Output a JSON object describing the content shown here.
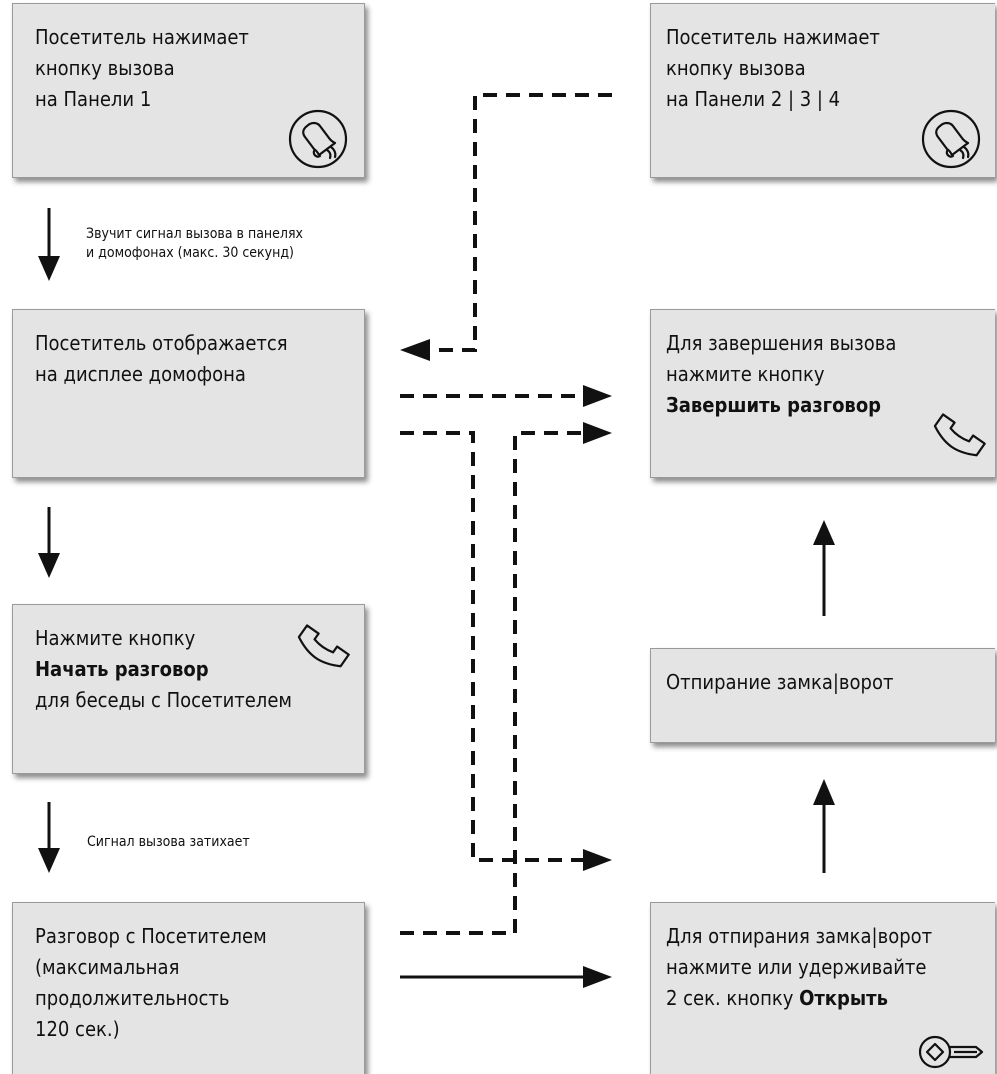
{
  "boxes": {
    "press_panel1": {
      "lines": [
        "Посетитель нажимает",
        "кнопку вызова",
        "на Панели 1"
      ]
    },
    "press_panel234": {
      "lines": [
        "Посетитель нажимает",
        "кнопку вызова",
        "на Панели 2 | 3 | 4"
      ]
    },
    "visitor_displayed": {
      "lines": [
        "Посетитель отображается",
        "на дисплее домофона"
      ]
    },
    "end_call": {
      "line1": "Для завершения вызова",
      "line2": "нажмите кнопку",
      "line3_bold": "Завершить разговор"
    },
    "start_talk": {
      "line1": "Нажмите кнопку",
      "line2_bold": "Начать разговор",
      "line3": "для беседы с Посетителем"
    },
    "unlock": {
      "line1": "Отпирание замка|ворот"
    },
    "conversation": {
      "lines": [
        "Разговор с Посетителем",
        "(максимальная",
        "продолжительность",
        "120 сек.)"
      ]
    },
    "open_instruction": {
      "line1": "Для отпирания замка|ворот",
      "line2": "нажмите или удерживайте",
      "line3_prefix": "2 сек. кнопку ",
      "line3_bold": "Открыть"
    }
  },
  "notes": {
    "ring_signal": [
      "Звучит сигнал вызова в панелях",
      "и домофонах (макс. 30 секунд)"
    ],
    "signal_fades": "Сигнал вызова затихает"
  },
  "icons": [
    "bell-icon",
    "bell-icon",
    "handset-icon",
    "handset-icon",
    "key-icon"
  ]
}
